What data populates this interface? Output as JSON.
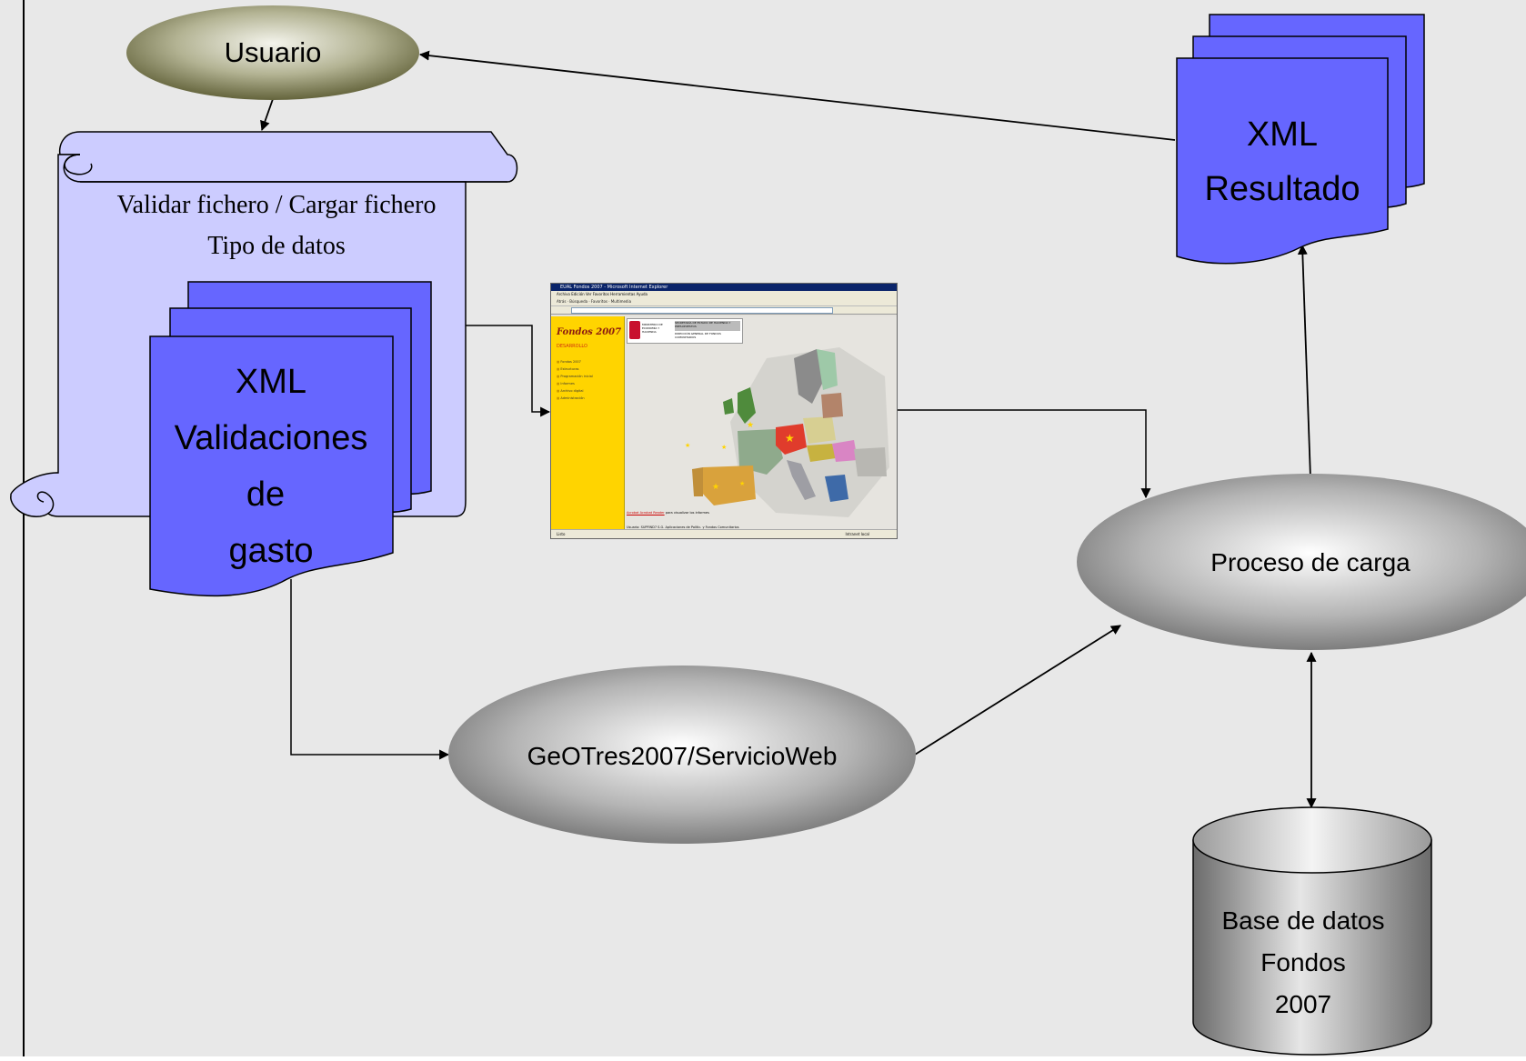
{
  "diagram": {
    "nodes": {
      "usuario": {
        "label": "Usuario"
      },
      "scroll": {
        "lines": [
          "Validar fichero / Cargar fichero",
          "Tipo de datos"
        ]
      },
      "xml_validaciones": {
        "lines": [
          "XML",
          "Validaciones",
          "de",
          "gasto"
        ]
      },
      "xml_resultado": {
        "lines": [
          "XML",
          "Resultado"
        ]
      },
      "proceso": {
        "label": "Proceso de carga"
      },
      "servicio": {
        "label": "GeOTres2007/ServicioWeb"
      },
      "base_datos": {
        "lines": [
          "Base de datos",
          "Fondos",
          "2007"
        ]
      }
    },
    "edges": [
      {
        "from": "xml_resultado",
        "to": "usuario"
      },
      {
        "from": "usuario",
        "to": "scroll"
      },
      {
        "from": "scroll",
        "to": "web_application"
      },
      {
        "from": "web_application",
        "to": "proceso"
      },
      {
        "from": "proceso",
        "to": "xml_resultado"
      },
      {
        "from": "xml_validaciones",
        "to": "servicio"
      },
      {
        "from": "servicio",
        "to": "proceso"
      },
      {
        "from": "proceso",
        "to": "base_datos",
        "bidirectional": true
      }
    ],
    "colors": {
      "background": "#e8e8e8",
      "scroll_fill": "#ccccff",
      "document_fill": "#6666ff",
      "ellipse_olive": "#75754a",
      "ellipse_gray": "#7a7a7a"
    }
  },
  "web_application": {
    "title": "EUAL Fondos 2007 - Microsoft Internet Explorer",
    "menu": "Archivo   Edición   Ver   Favoritos   Herramientas   Ayuda",
    "toolbar": "Atrás  ·  Búsqueda  ·  Favoritos  ·  Multimedia",
    "logo": "Fondos 2007",
    "subtitle": "DESARROLLO",
    "tree": [
      "Fondos 2007",
      "Estructuras",
      "Programación inicial",
      "Informes",
      "Archivo digital",
      "Administración"
    ],
    "ministry": [
      "MINISTERIO DE ECONOMÍA Y HACIENDA",
      "SECRETARÍA DE ESTADO DE HACIENDA Y PRESUPUESTOS",
      "DIRECCIÓN GENERAL DE FONDOS COMUNITARIOS"
    ],
    "footer_link": "Acrobat Acrobat Reader",
    "footer_text": "para visualizar los informes",
    "user_line": "Usuario: SUPFIND7 S.G. Aplicaciones de Polític. y Fondos Comunitarios",
    "status": "Listo",
    "zone": "Intranet local"
  }
}
